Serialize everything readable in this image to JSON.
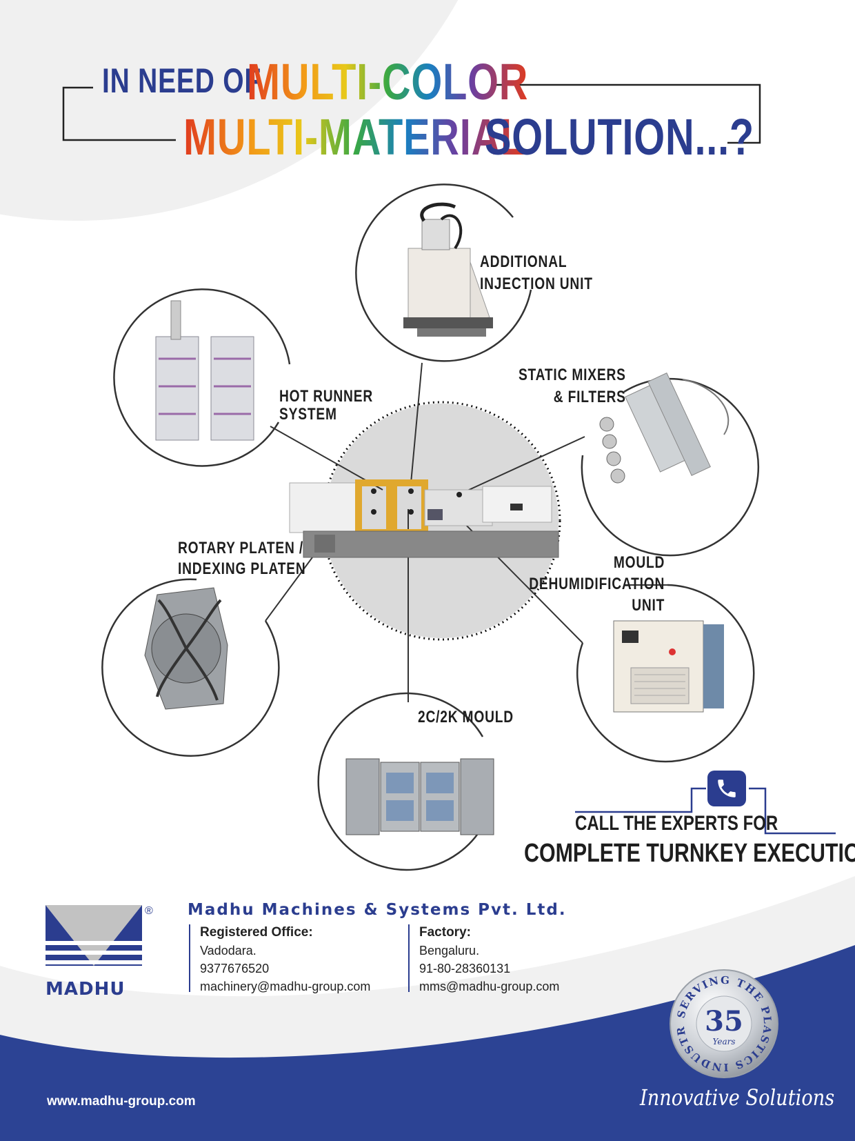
{
  "headline": {
    "line1_plain": "IN NEED OF",
    "line1_color": "MULTI-COLOR",
    "line2_color": "MULTI-MATERIAL",
    "line2_plain": "SOLUTION...?"
  },
  "components": {
    "injection_unit": [
      "ADDITIONAL",
      "INJECTION UNIT"
    ],
    "hot_runner": [
      "HOT RUNNER",
      "SYSTEM"
    ],
    "static_mixers": [
      "STATIC MIXERS",
      "& FILTERS"
    ],
    "rotary_platen": [
      "ROTARY PLATEN /",
      "INDEXING PLATEN"
    ],
    "mould_dehumid": [
      "MOULD",
      "DEHUMIDIFICATION",
      "UNIT"
    ],
    "mould_2c": [
      "2C/2K MOULD"
    ]
  },
  "cta": {
    "line1": "CALL THE EXPERTS FOR",
    "line2": "COMPLETE TURNKEY EXECUTION"
  },
  "company": {
    "name": "Madhu Machines & Systems Pvt. Ltd.",
    "logo_text": "MADHU",
    "registered": {
      "heading": "Registered Office:",
      "city": "Vadodara.",
      "phone": "9377676520",
      "email": "machinery@madhu-group.com"
    },
    "factory": {
      "heading": "Factory:",
      "city": "Bengaluru.",
      "phone": "91-80-28360131",
      "email": "mms@madhu-group.com"
    }
  },
  "badge": {
    "number": "35",
    "years": "Years",
    "ring_text": "SERVING THE PLASTICS INDUSTRY"
  },
  "footer": {
    "website": "www.madhu-group.com",
    "tagline": "Innovative Solutions"
  },
  "colors": {
    "brand_blue": "#2b3d8f",
    "text_dark": "#1e1e1e",
    "machine_yellow": "#e0a82e"
  }
}
